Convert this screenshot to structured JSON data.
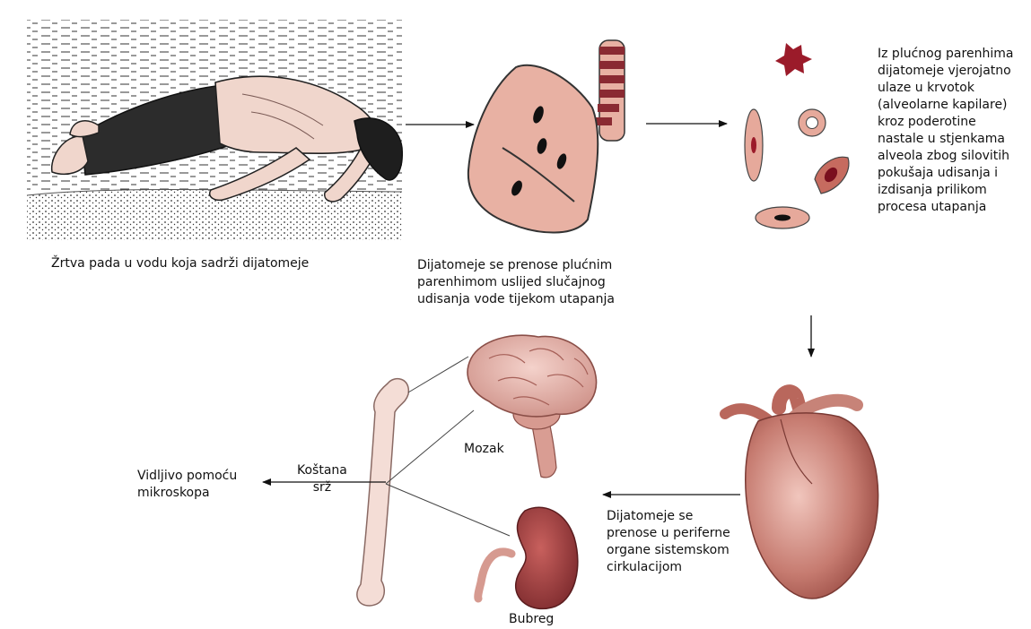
{
  "captions": {
    "victim": "Žrtva pada u vodu koja sadrži dijatomeje",
    "lung": [
      "Dijatomeje se prenose plućnim",
      "parenhimom uslijed slučajnog",
      "udisanja vode tijekom utapanja"
    ],
    "diatom": [
      "Iz plućnog parenhima",
      "dijatomeje vjerojatno",
      "ulaze u krvotok",
      "(alveolarne kapilare)",
      "kroz poderotine",
      "nastale u stjenkama",
      "alveola zbog silovitih",
      "pokušaja udisanja i",
      "izdisanja prilikom",
      "procesa utapanja"
    ],
    "peripheral": [
      "Dijatomeje se",
      "prenose u periferne",
      "organe sistemskom",
      "cirkulacijom"
    ],
    "brain": "Mozak",
    "kidney": "Bubreg",
    "marrow": [
      "Koštana",
      "srž"
    ],
    "visible": [
      "Vidljivo pomoću",
      "mikroskopa"
    ]
  },
  "colors": {
    "skin": "#f0d6cc",
    "lung": "#e8b1a3",
    "heart": "#b9675c",
    "brain": "#e3b3aa",
    "kidney": "#9e3f3f",
    "diatom_star": "#9b1b2a",
    "trachea": "#8a2a32",
    "bone": "#f4ddd6",
    "arrow": "#111111"
  },
  "icons": [
    "drowning-victim-illustration",
    "lung-icon",
    "diatom-cells-icon",
    "heart-icon",
    "brain-icon",
    "kidney-icon",
    "femur-bone-icon"
  ]
}
